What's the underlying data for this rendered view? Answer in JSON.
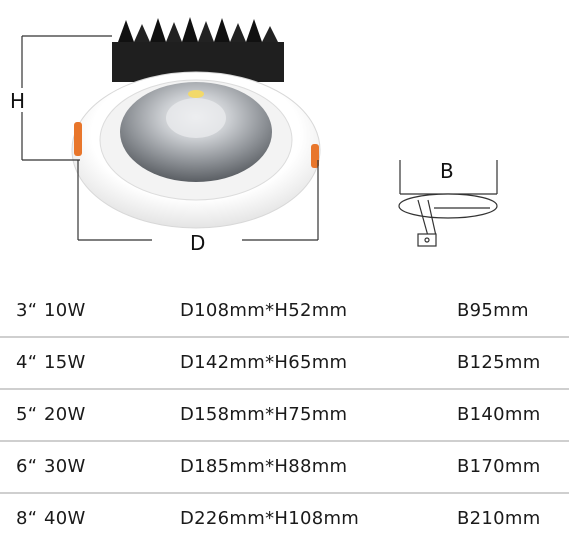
{
  "figure": {
    "height_label": "H",
    "diameter_label": "D",
    "cutout_label": "B"
  },
  "table": {
    "rows": [
      {
        "size": "3“",
        "power": "10W",
        "dimensions": "D108mm*H52mm",
        "cutout": "B95mm"
      },
      {
        "size": "4“",
        "power": "15W",
        "dimensions": "D142mm*H65mm",
        "cutout": "B125mm"
      },
      {
        "size": "5“",
        "power": "20W",
        "dimensions": "D158mm*H75mm",
        "cutout": "B140mm"
      },
      {
        "size": "6“",
        "power": "30W",
        "dimensions": "D185mm*H88mm",
        "cutout": "B170mm"
      },
      {
        "size": "8“",
        "power": "40W",
        "dimensions": "D226mm*H108mm",
        "cutout": "B210mm"
      }
    ]
  }
}
